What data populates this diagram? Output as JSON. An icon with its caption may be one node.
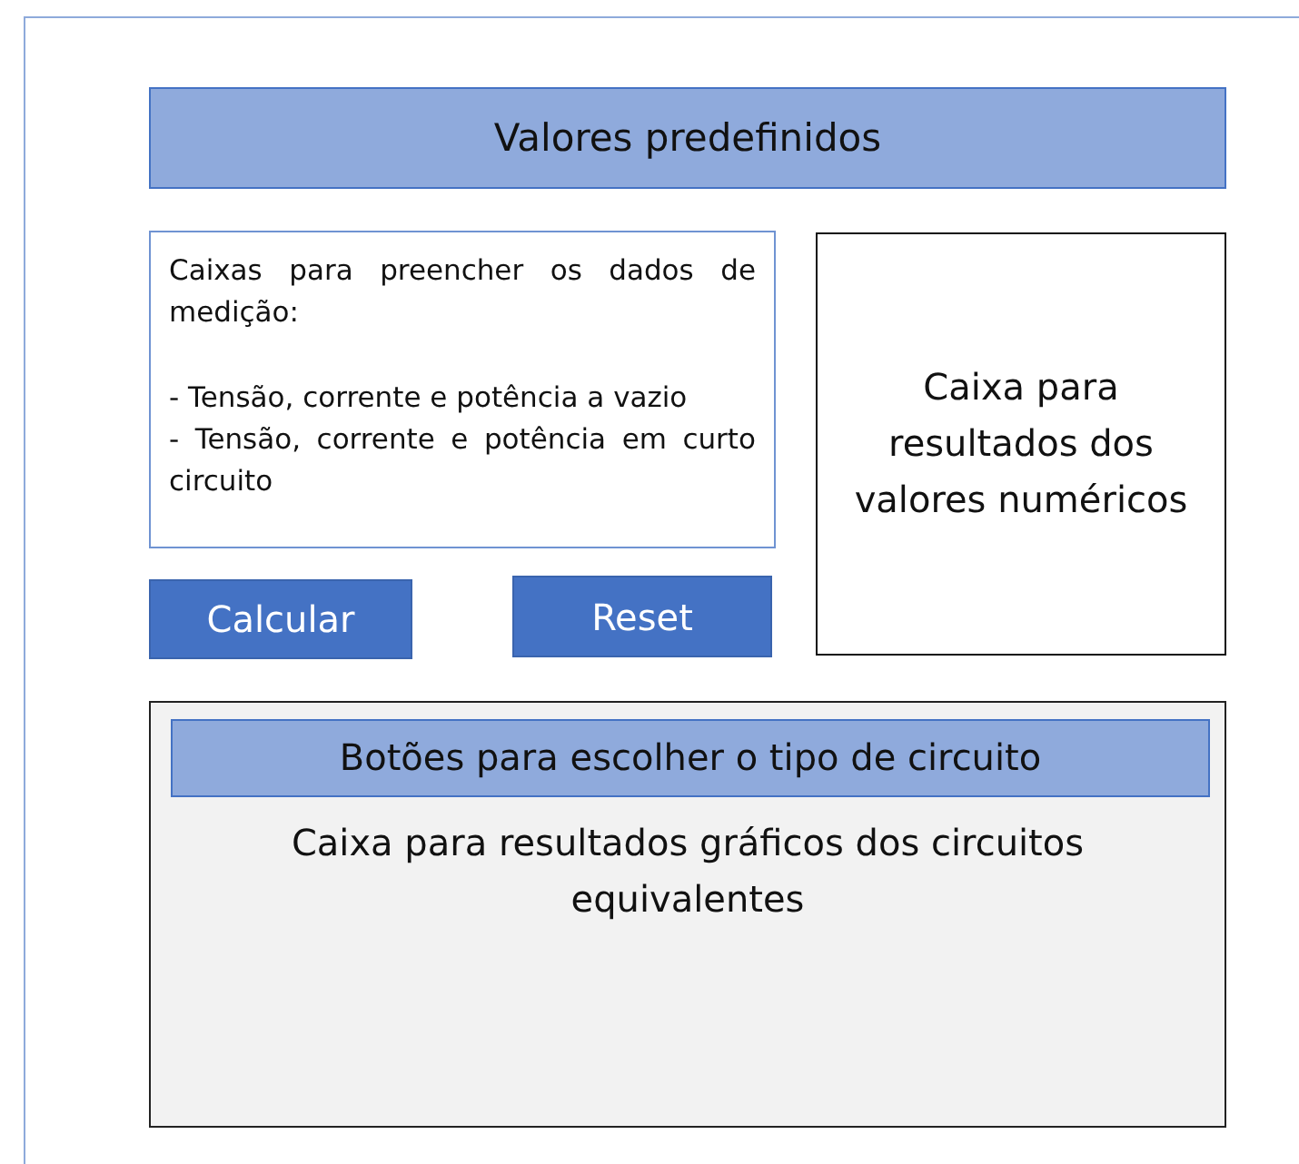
{
  "diagram": {
    "nodes": [
      {
        "text": [],
        "shape": "box"
      },
      {
        "text": [
          "Valores predefinidos"
        ],
        "in": 0
      },
      {
        "text": [
          "Caixas para preencher os dados de medição:",
          "- Tensão, corrente e potência a vazio",
          "- Tensão, corrente e potência em curto circuito"
        ],
        "in": 0
      },
      {
        "text": [
          "Caixa para resultados dos valores numéricos"
        ],
        "in": 0
      },
      {
        "text": [
          "Calcular"
        ],
        "in": 0
      },
      {
        "text": [
          "Reset"
        ],
        "in": 0
      },
      {
        "text": [
          "Caixa para resultados gráficos dos circuitos equivalentes"
        ],
        "in": 0
      },
      {
        "text": [
          "Botões para escolher o tipo de circuito"
        ],
        "in": 6
      }
    ]
  }
}
